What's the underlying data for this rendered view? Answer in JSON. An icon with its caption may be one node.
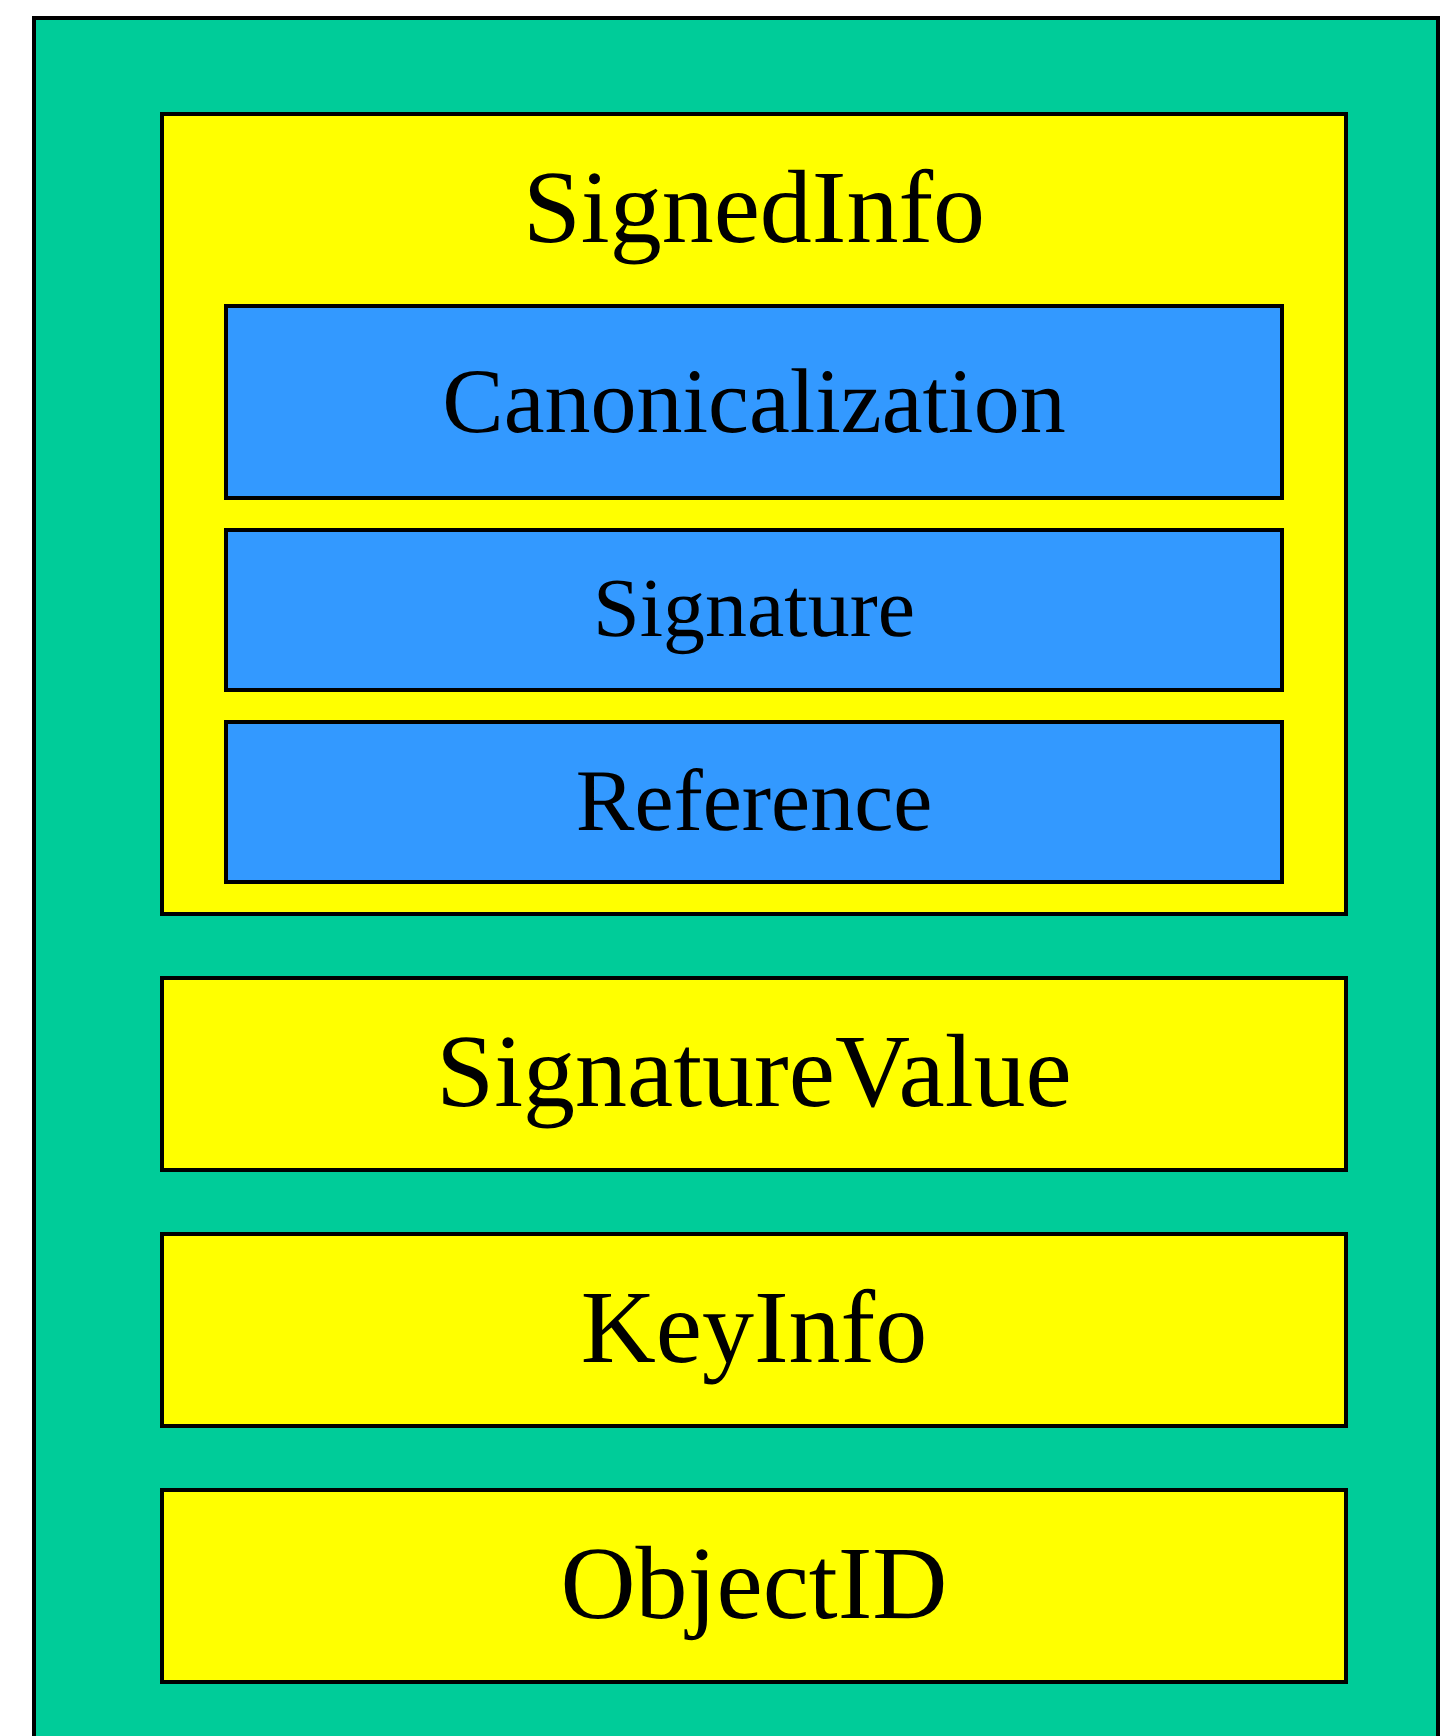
{
  "diagram": {
    "nodes": [
      {
        "text": [],
        "shape": "box"
      },
      {
        "text": [
          "SignedInfo"
        ],
        "in": 0
      },
      {
        "text": [
          "Canonicalization"
        ],
        "in": 1
      },
      {
        "text": [
          "Signature"
        ],
        "in": 1
      },
      {
        "text": [
          "Reference"
        ],
        "in": 1
      },
      {
        "text": [
          "SignatureValue"
        ],
        "in": 0
      },
      {
        "text": [
          "KeyInfo"
        ],
        "in": 0
      },
      {
        "text": [
          "ObjectID"
        ],
        "in": 0
      }
    ]
  }
}
